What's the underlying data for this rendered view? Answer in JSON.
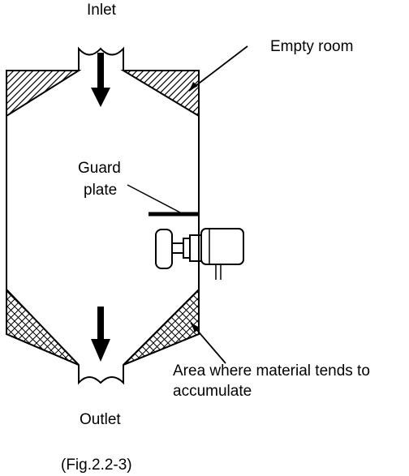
{
  "labels": {
    "inlet": "Inlet",
    "empty_room": "Empty room",
    "guard_line1": "Guard",
    "guard_line2": "plate",
    "area_line1": "Area  where material tends to",
    "area_line2": "accumulate",
    "outlet": "Outlet",
    "caption": "(Fig.2.2-3)"
  },
  "colors": {
    "stroke": "#000000",
    "background": "#ffffff"
  }
}
